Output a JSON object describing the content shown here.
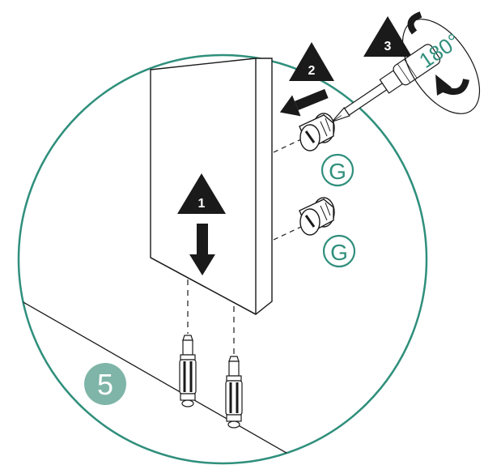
{
  "step_badge": {
    "label": "5",
    "color": "#7fb5a8"
  },
  "markers": [
    {
      "label": "1"
    },
    {
      "label": "2"
    },
    {
      "label": "3"
    }
  ],
  "rotation": {
    "label": "180°"
  },
  "parts": [
    {
      "label": "G"
    },
    {
      "label": "G"
    }
  ],
  "colors": {
    "accent": "#2f8f7c",
    "ink": "#1a1a1a",
    "badge": "#7fb5a8"
  },
  "icons": [
    "up-arrow-icon",
    "down-arrow-icon",
    "left-arrow-icon",
    "rotate-arrow-icon",
    "screwdriver-icon",
    "cam-lock-icon",
    "dowel-bolt-icon"
  ]
}
